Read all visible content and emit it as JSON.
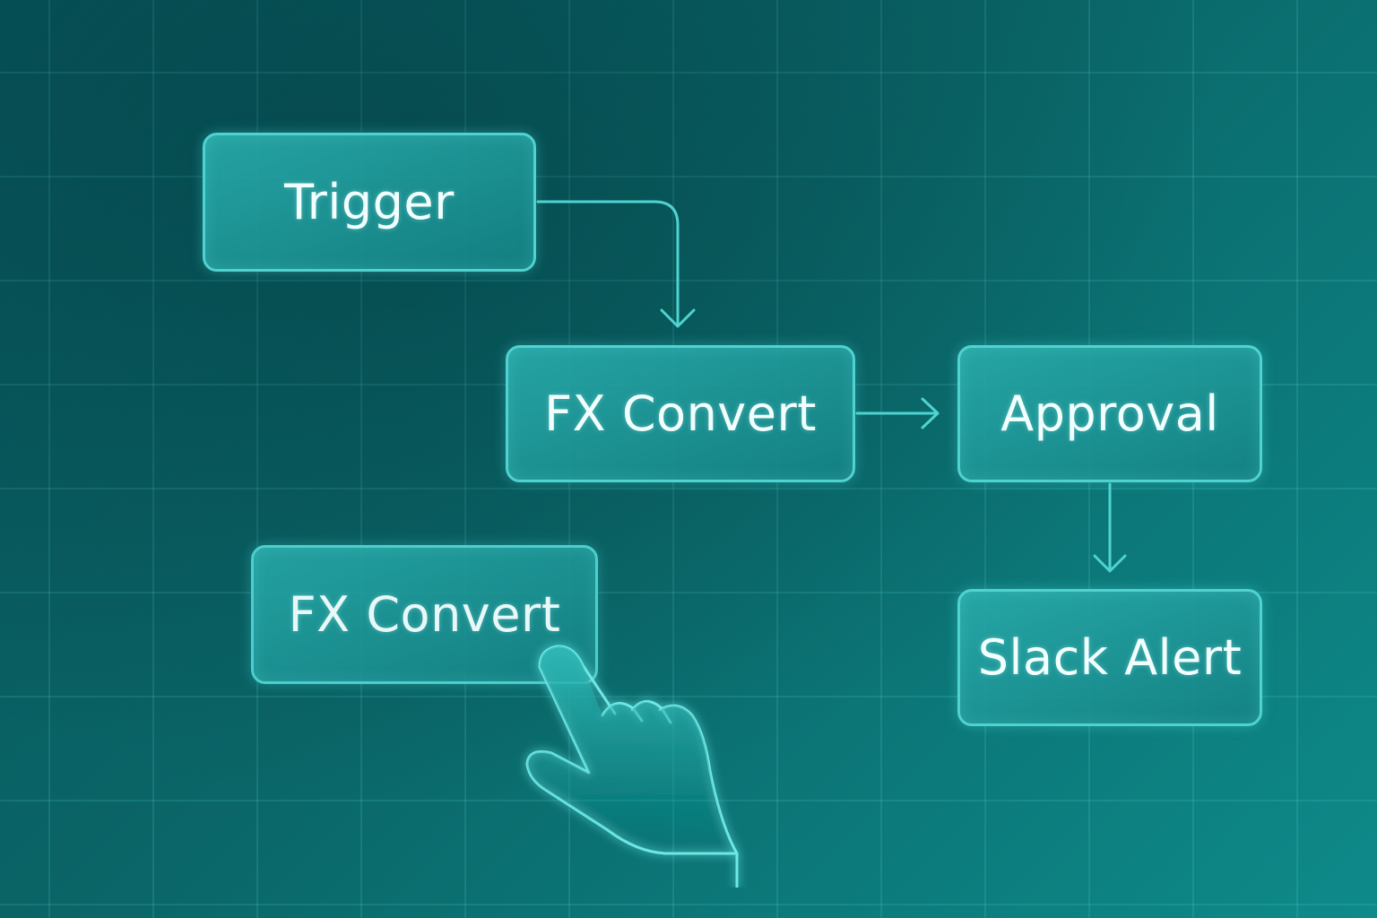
{
  "canvas": {
    "background_colors": [
      "#06545a",
      "#0e8a8a"
    ],
    "accent_color": "#4fd3d1",
    "grid": true
  },
  "nodes": [
    {
      "id": "trigger",
      "label": "Trigger"
    },
    {
      "id": "fx-convert",
      "label": "FX Convert"
    },
    {
      "id": "approval",
      "label": "Approval"
    },
    {
      "id": "slack-alert",
      "label": "Slack Alert"
    }
  ],
  "connections": [
    {
      "from": "trigger",
      "to": "fx-convert"
    },
    {
      "from": "fx-convert",
      "to": "approval"
    },
    {
      "from": "approval",
      "to": "slack-alert"
    }
  ],
  "dragging_node": {
    "label": "FX Convert"
  },
  "cursor": {
    "icon": "pointing-hand-icon"
  }
}
